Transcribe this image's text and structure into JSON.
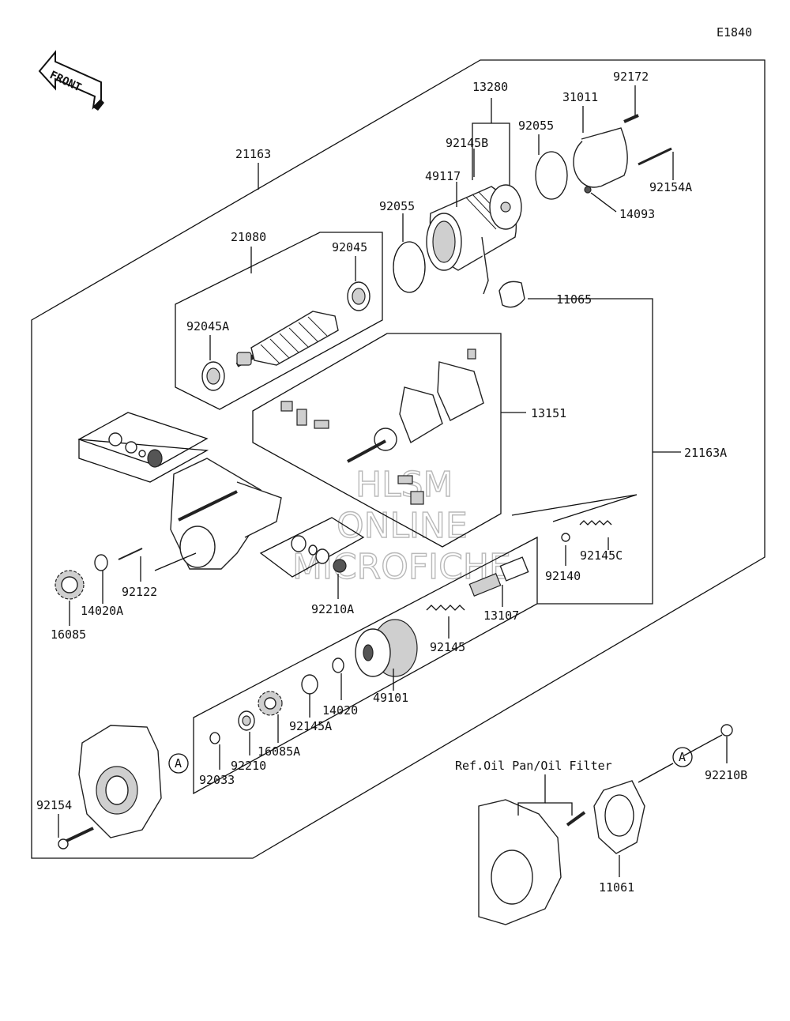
{
  "diagram_code": "E1840",
  "front_arrow_text": "FRONT",
  "watermark": [
    "HLSM",
    "ONLINE",
    "MICROFICHE"
  ],
  "callouts": {
    "p21163": "21163",
    "p21080": "21080",
    "p92045": "92045",
    "p92045A": "92045A",
    "p13280": "13280",
    "p92145B": "92145B",
    "p49117": "49117",
    "p92055_a": "92055",
    "p92055_b": "92055",
    "p31011": "31011",
    "p92172": "92172",
    "p92154A": "92154A",
    "p14093": "14093",
    "p11065": "11065",
    "p13151": "13151",
    "p21163A": "21163A",
    "p92145C": "92145C",
    "p92140": "92140",
    "p13107": "13107",
    "p92145": "92145",
    "p49101": "49101",
    "p14020": "14020",
    "p92145A": "92145A",
    "p16085A": "16085A",
    "p92210": "92210",
    "p92033": "92033",
    "p92210A": "92210A",
    "p92122": "92122",
    "p14020A": "14020A",
    "p16085": "16085",
    "p92154": "92154",
    "p11061": "11061",
    "p92210B": "92210B"
  },
  "ref_note": "Ref.Oil Pan/Oil Filter",
  "ref_markers": {
    "a1": "A",
    "a2": "A"
  }
}
